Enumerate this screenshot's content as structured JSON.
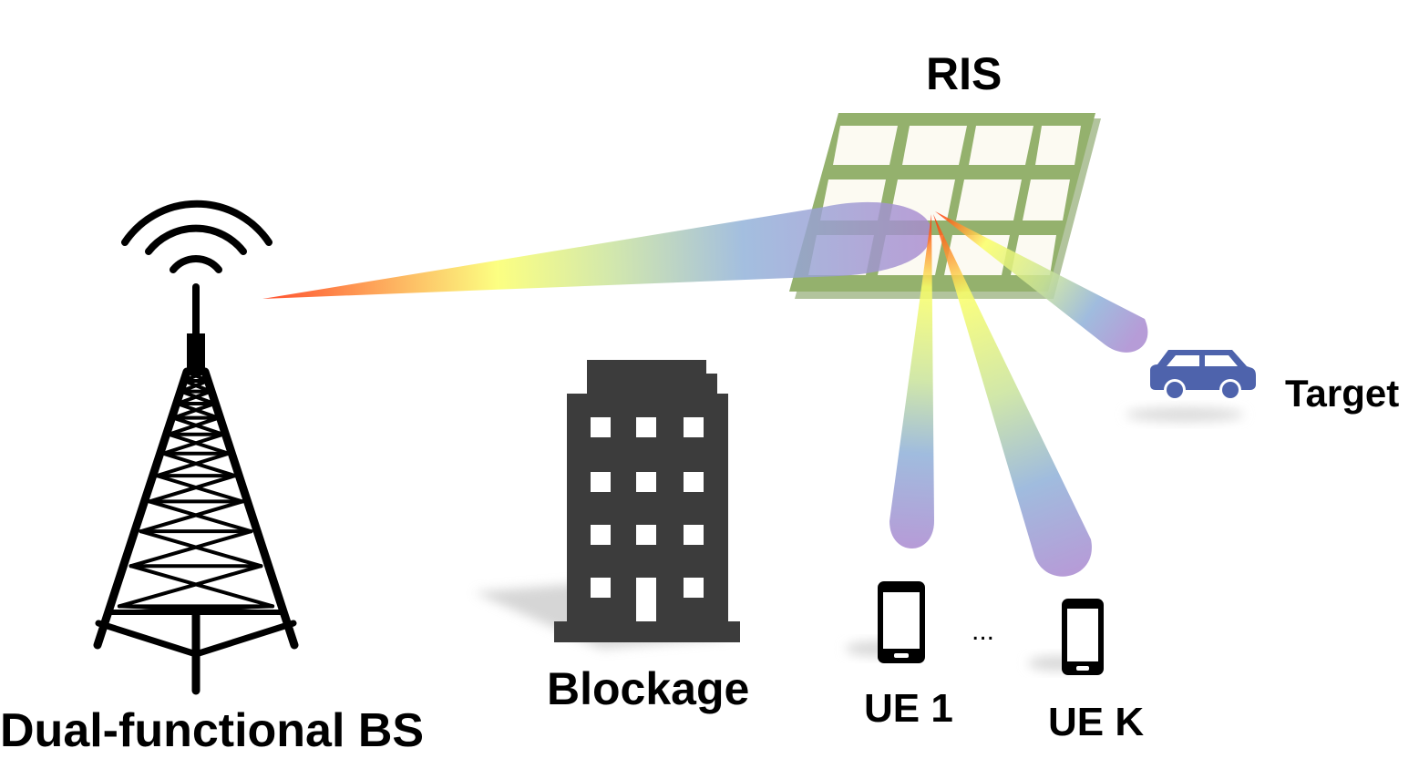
{
  "labels": {
    "ris": "RIS",
    "target": "Target",
    "base_station": "Dual-functional BS",
    "blockage": "Blockage",
    "ue_first": "UE 1",
    "ue_last": "UE K",
    "ellipsis": "..."
  },
  "colors": {
    "ris_frame": "#94b16d",
    "ris_cell": "#fcfaf2",
    "building": "#3c3c3c",
    "car": "#4e63ac",
    "beam_start": "#ff2a00",
    "beam_mid": "#fbff66",
    "beam_blue": "#8fb0d8",
    "beam_end": "#a98ad0"
  },
  "icons": [
    "tower-icon",
    "building-icon",
    "ris-panel-icon",
    "car-icon",
    "phone-icon"
  ]
}
